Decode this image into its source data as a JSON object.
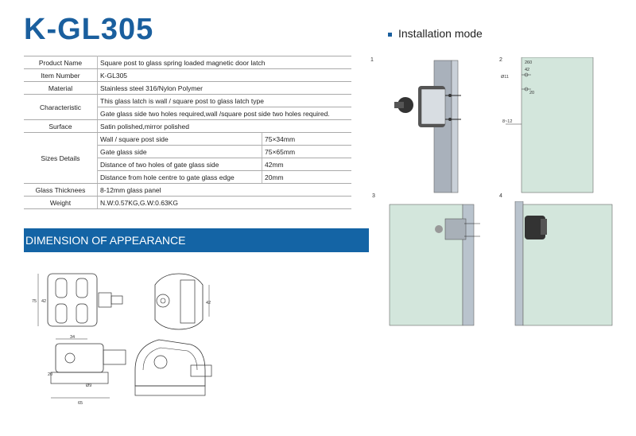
{
  "title": "K-GL305",
  "spec": {
    "product_name": {
      "label": "Product Name",
      "value": "Square   post to glass spring loaded magnetic door latch"
    },
    "item_number": {
      "label": "Item Number",
      "value": "K-GL305"
    },
    "material": {
      "label": "Material",
      "value": "Stainless steel 316/Nylon Polymer"
    },
    "characteristic": {
      "label": "Characteristic",
      "lines": [
        "This glass latch is wall / square post to glass latch type",
        "Gate glass side two holes required,wall /square post side two holes required."
      ]
    },
    "surface": {
      "label": "Surface",
      "value": "Satin polished,mirror polished"
    },
    "sizes": {
      "label": "Sizes Details",
      "rows": [
        {
          "name": "Wall / square post side",
          "value": "75×34mm"
        },
        {
          "name": "Gate glass side",
          "value": "75×65mm"
        },
        {
          "name": "Distance of two holes of gate glass side",
          "value": "42mm"
        },
        {
          "name": "Distance from hole centre to gate glass edge",
          "value": "20mm"
        }
      ]
    },
    "glass": {
      "label": "Glass Thicknees",
      "value": "8-12mm glass panel"
    },
    "weight": {
      "label": "Weight",
      "value": "N.W:0.57KG,G.W:0.63KG"
    }
  },
  "banner": "DIMENSION OF APPEARANCE",
  "install_heading": "Installation mode",
  "figure_numbers": [
    "1",
    "2",
    "3",
    "4"
  ],
  "dims": {
    "d1": "260",
    "d2": "42",
    "d3": "Ø11",
    "d4": "20",
    "d5": "8~12",
    "a": "75",
    "b": "42",
    "c": "42",
    "e": "34",
    "f": "20",
    "g": "Ø9",
    "h": "65"
  }
}
